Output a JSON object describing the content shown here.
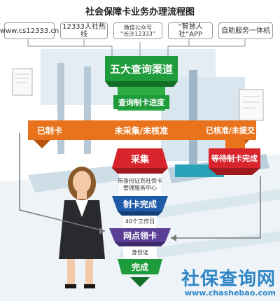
{
  "title": "社会保障卡业务办理流程图",
  "channels": [
    "www.cs12333.cn",
    "12333人社热线",
    "微信公众号\n“长沙12333”",
    "“智慧人社”APP",
    "自助服务一体机"
  ],
  "main_title": "五大查询渠道",
  "query_progress": "查询制卡进度",
  "status_made": "已制卡",
  "status_not_collected": "未采集/未核准",
  "status_approved": "已核准/未提交",
  "step_collect": "采集",
  "note_bring_id_center": "带身份证到社保卡\n管理服务中心",
  "wait_done": "等待制卡完成",
  "make_done": "制卡完成",
  "note_40_days": "40个工作日",
  "pickup": "网点领卡",
  "note_id": "身份证",
  "complete": "完成",
  "watermark_cn": "社保查询网",
  "watermark_url": "www.chashebao.com",
  "colors": {
    "green": "#1e9b3a",
    "orange": "#e9731c",
    "blue": "#1f5aa8",
    "purple": "#5a3f94",
    "red": "#d8242c",
    "watermark": "#2f86c6"
  }
}
